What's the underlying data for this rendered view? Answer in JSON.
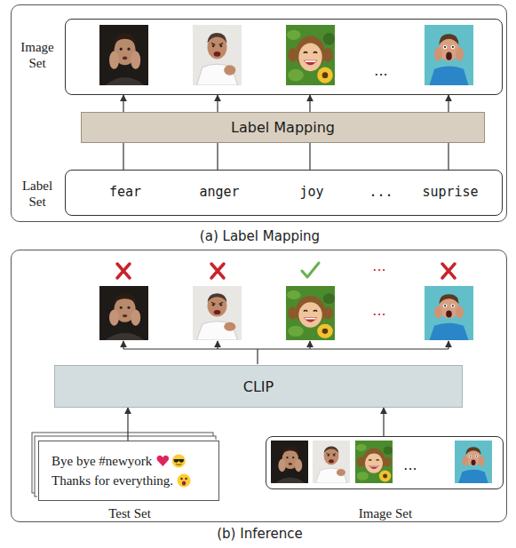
{
  "diagram": {
    "nodes": [
      {
        "text": [
          "(a) Label Mapping"
        ]
      },
      {
        "text": [
          "Image Set",
          "..."
        ],
        "in": 0
      },
      {
        "text": [
          "Label Mapping"
        ],
        "in": 0
      },
      {
        "text": [
          "Label Set",
          "fear",
          "anger",
          "joy",
          "...",
          "suprise"
        ],
        "in": 0
      },
      {
        "text": [
          "(b) Inference"
        ]
      },
      {
        "text": [
          "CLIP"
        ],
        "in": 4
      },
      {
        "text": [
          "Bye bye #newyork Thanks for everything.",
          "Test Set"
        ],
        "in": 4
      },
      {
        "text": [
          "Image Set",
          "..."
        ],
        "in": 4
      }
    ],
    "edges": [
      {
        "from": 3,
        "to": 2,
        "arrow": "none"
      },
      {
        "from": 2,
        "to": 1,
        "arrow": "to"
      },
      {
        "from": 6,
        "to": 5,
        "arrow": "to"
      },
      {
        "from": 7,
        "to": 5,
        "arrow": "to"
      }
    ],
    "labels": [
      "...",
      "..."
    ]
  }
}
